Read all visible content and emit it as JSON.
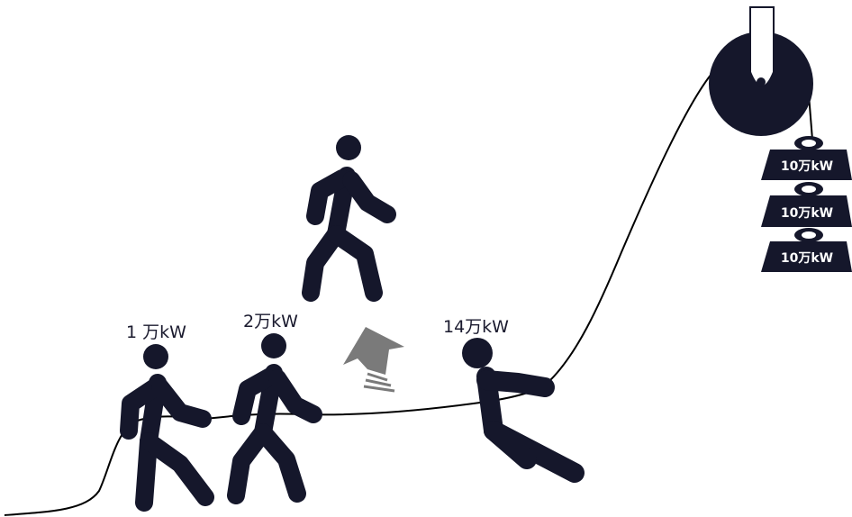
{
  "colors": {
    "figure": "#15172b",
    "rope": "#000000",
    "arrow": "#7a7a7a",
    "background": "#ffffff"
  },
  "people": [
    {
      "label": "1 万kW",
      "pose": "pulling-walking"
    },
    {
      "label": "2万kW",
      "pose": "pulling-walking"
    },
    {
      "label": "14万kW",
      "pose": "leaning-back-pulling"
    }
  ],
  "promoted_person": {
    "pose": "walking-away",
    "icon": "walking-person-icon"
  },
  "arrow": {
    "direction": "up-left",
    "icon": "up-arrow-icon"
  },
  "pulley": {
    "icon": "pulley-icon"
  },
  "weights": [
    {
      "label": "10万kW"
    },
    {
      "label": "10万kW"
    },
    {
      "label": "10万kW"
    }
  ]
}
